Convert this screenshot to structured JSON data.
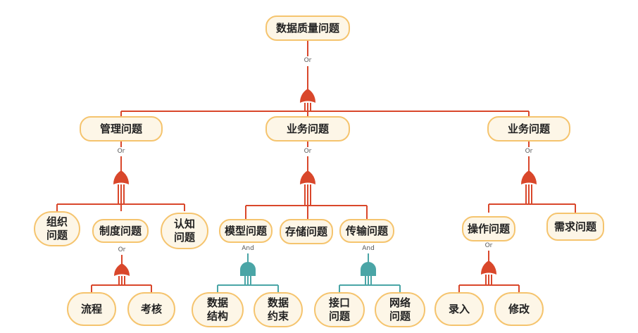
{
  "root": {
    "label": "数据质量问题",
    "gate": "Or"
  },
  "level1": [
    {
      "label": "管理问题",
      "gate": "Or"
    },
    {
      "label": "业务问题",
      "gate": "Or"
    },
    {
      "label": "业务问题",
      "gate": "Or"
    }
  ],
  "level2": [
    {
      "label": "组织问题"
    },
    {
      "label": "制度问题",
      "gate": "Or"
    },
    {
      "label": "认知问题"
    },
    {
      "label": "模型问题",
      "gate": "And"
    },
    {
      "label": "存储问题"
    },
    {
      "label": "传输问题",
      "gate": "And"
    },
    {
      "label": "操作问题",
      "gate": "Or"
    },
    {
      "label": "需求问题"
    }
  ],
  "level3": [
    {
      "label": "流程"
    },
    {
      "label": "考核"
    },
    {
      "label": "数据结构"
    },
    {
      "label": "数据约束"
    },
    {
      "label": "接口问题"
    },
    {
      "label": "网络问题"
    },
    {
      "label": "录入"
    },
    {
      "label": "修改"
    }
  ],
  "colors": {
    "or_gate": "#d9472b",
    "and_gate": "#4aa5a6",
    "node_fill": "#fdf6e7",
    "node_border": "#f5c46e"
  }
}
